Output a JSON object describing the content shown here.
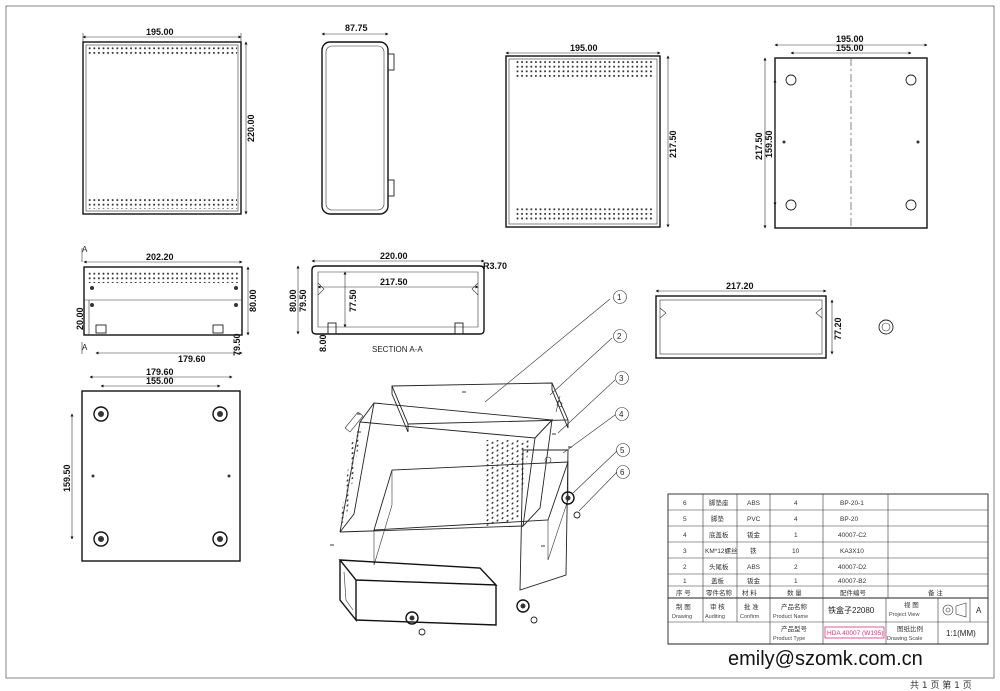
{
  "dimensions": {
    "front_width": "195.00",
    "front_height": "220.00",
    "side_width": "87.75",
    "back_width": "195.00",
    "back_height": "217.50",
    "top_outer_width": "195.00",
    "top_hole_spacing": "155.00",
    "top_outer_depth": "217.50",
    "top_hole_depth": "159.50",
    "side_width_2": "202.20",
    "side_height": "80.00",
    "side_offset": "20.00",
    "side_bottom_length": "179.60",
    "side_bottom_height": "79.50",
    "section_width": "220.00",
    "section_inner": "217.50",
    "section_radius": "R3.70",
    "section_h1": "80.00",
    "section_h2": "79.50",
    "section_h3": "77.50",
    "section_foot": "8.00",
    "end_width": "217.20",
    "end_height": "77.20",
    "bottom_outer": "179.60",
    "bottom_holes": "155.00",
    "bottom_depth": "159.50"
  },
  "section_marker": "A",
  "section_label": "SECTION A-A",
  "callouts": [
    "1",
    "2",
    "3",
    "4",
    "5",
    "6"
  ],
  "bom": {
    "rows": [
      {
        "no": "6",
        "name": "脚垫座",
        "material": "ABS",
        "qty": "4",
        "code": "BP-20-1"
      },
      {
        "no": "5",
        "name": "脚垫",
        "material": "PVC",
        "qty": "4",
        "code": "BP-20"
      },
      {
        "no": "4",
        "name": "底盖板",
        "material": "钣金",
        "qty": "1",
        "code": "40007-C2"
      },
      {
        "no": "3",
        "name": "KM*12螺丝",
        "material": "铁",
        "qty": "10",
        "code": "KA3X10"
      },
      {
        "no": "2",
        "name": "头尾板",
        "material": "ABS",
        "qty": "2",
        "code": "40007-D2"
      },
      {
        "no": "1",
        "name": "盖板",
        "material": "钣金",
        "qty": "1",
        "code": "40007-B2"
      }
    ],
    "header": {
      "no": "序 号",
      "name": "零件名称",
      "material": "材 料",
      "qty": "数 量",
      "code": "配件编号",
      "note": "备 注"
    }
  },
  "title_block": {
    "drawing_cn": "制 图",
    "drawing_en": "Drawing",
    "auditing_cn": "审 核",
    "auditing_en": "Auditing",
    "confirm_cn": "批 准",
    "confirm_en": "Confirm",
    "product_name_cn": "产品名称",
    "product_name_en": "Product Name",
    "product_name_value": "铁盒子22080",
    "view_cn": "视 图",
    "view_en": "Project View",
    "view_letter": "A",
    "product_type_cn": "产品型号",
    "product_type_en": "Product Type",
    "product_type_value": "HDA 40007 (W195)",
    "scale_cn": "图纸比例",
    "scale_en": "Drawing Scale",
    "scale_value": "1:1(MM)"
  },
  "email": "emily@szomk.com.cn",
  "page_info": "共 1 页  第 1 页",
  "colors": {
    "line": "#222222",
    "highlight": "#e0307a",
    "paper": "#ffffff"
  }
}
